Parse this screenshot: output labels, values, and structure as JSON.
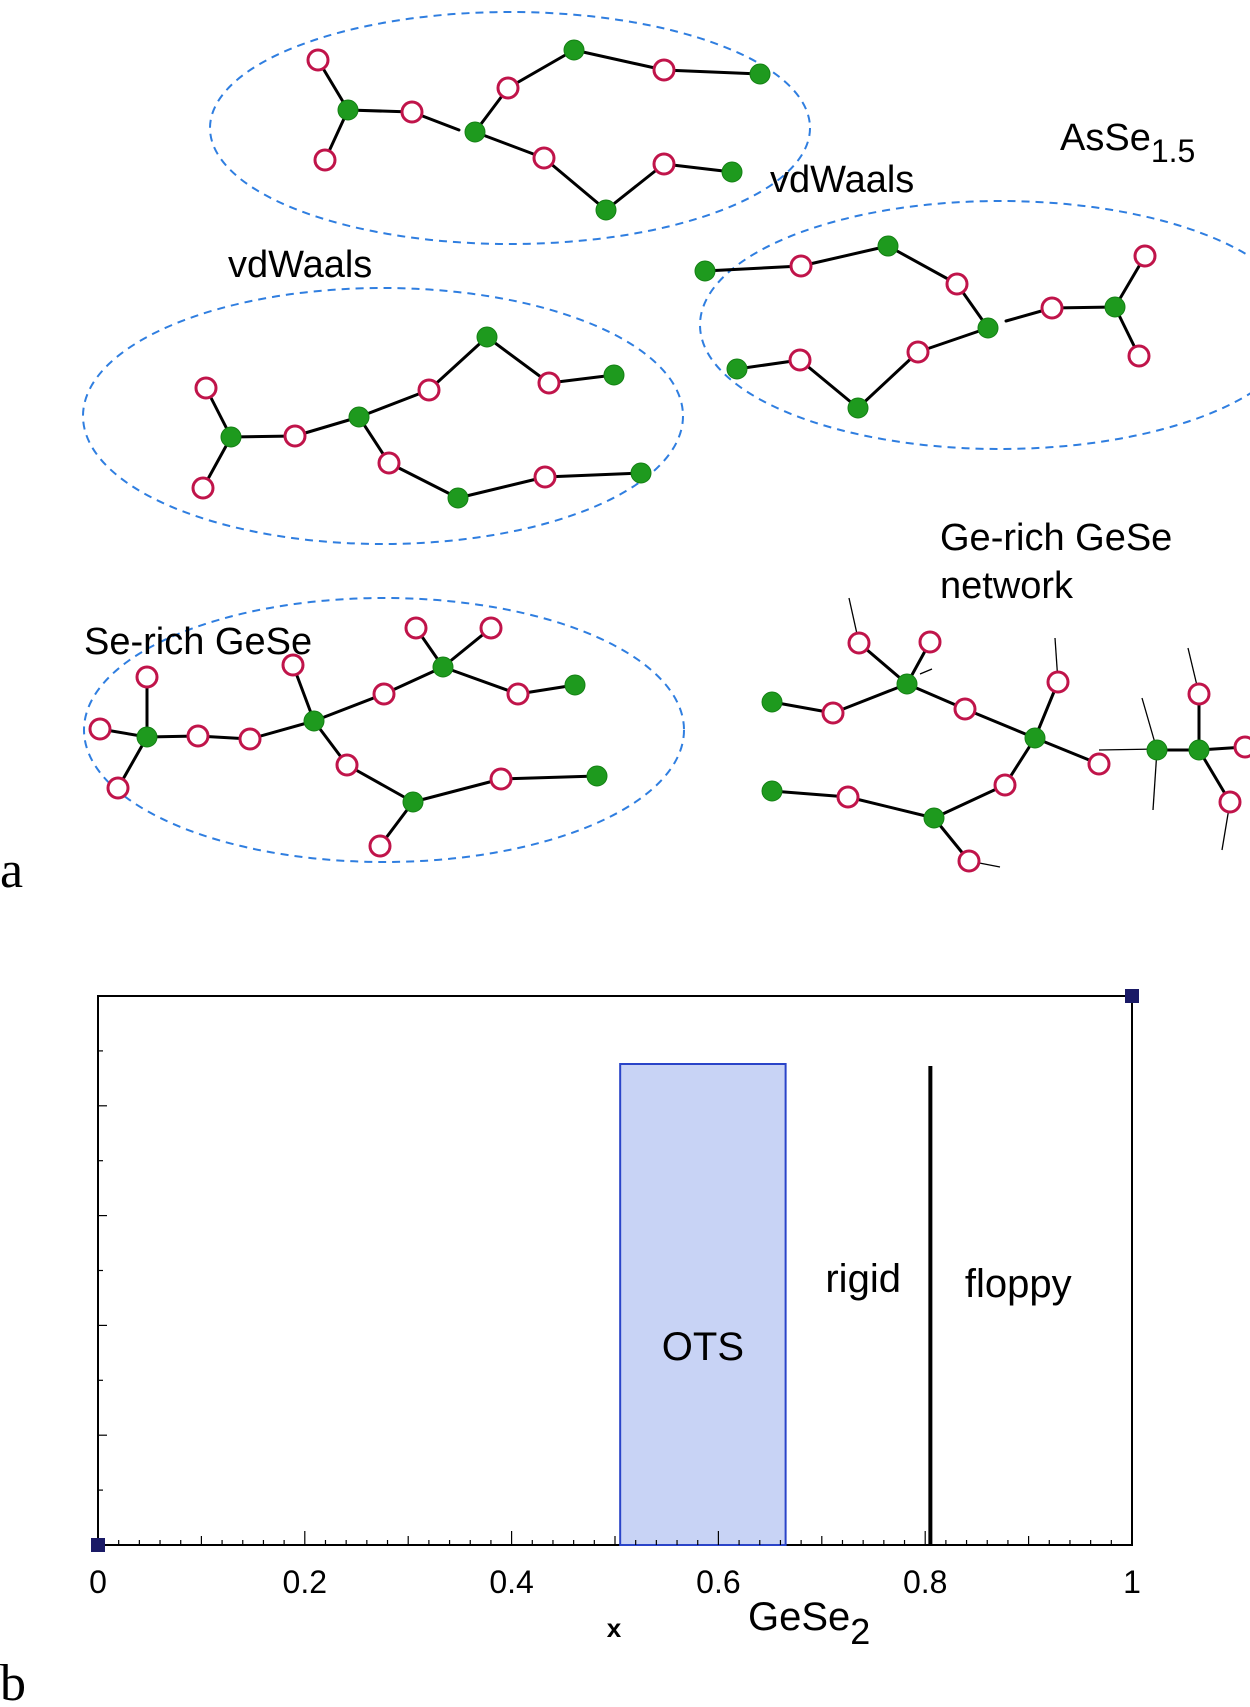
{
  "panel_a": {
    "letter": "a",
    "labels": {
      "asse_base": "AsSe",
      "asse_sub": "1.5",
      "vdwaals_right": "vdWaals",
      "vdwaals_left": "vdWaals",
      "ge_rich_line1": "Ge-rich GeSe",
      "ge_rich_line2": "network",
      "se_rich": "Se-rich GeSe"
    },
    "colors": {
      "cluster_outline": "#2f7ee0",
      "ge_atom": "#1e9a1e",
      "se_atom": "#c0144a",
      "bond": "#000000"
    },
    "atom_types": [
      "Ge (filled)",
      "Se (open)"
    ]
  },
  "panel_b": {
    "letter": "b",
    "x_ticks": [
      "0",
      "0.2",
      "0.4",
      "0.6",
      "0.8",
      "1"
    ],
    "x_label": "x",
    "x_label_right_base": "GeSe",
    "x_label_right_sub": "2",
    "region_labels": {
      "ots": "OTS",
      "rigid": "rigid",
      "floppy": "floppy"
    },
    "colors": {
      "ots_fill": "#c8d3f5",
      "ots_edge": "#2a44c8",
      "marker": "#1a1a66"
    }
  },
  "chart_data": {
    "type": "area",
    "x_range": [
      0,
      1
    ],
    "x_ticks": [
      0,
      0.2,
      0.4,
      0.6,
      0.8,
      1
    ],
    "bands": [
      {
        "label": "OTS",
        "x_start": 0.505,
        "x_end": 0.665
      }
    ],
    "vertical_lines": [
      {
        "x": 0.805
      }
    ],
    "region_text": [
      {
        "label": "rigid",
        "x": 0.74
      },
      {
        "label": "floppy",
        "x": 0.89
      }
    ],
    "markers": [
      {
        "x": 0,
        "y": 0
      },
      {
        "x": 1,
        "y": 1
      }
    ],
    "grid": false
  }
}
